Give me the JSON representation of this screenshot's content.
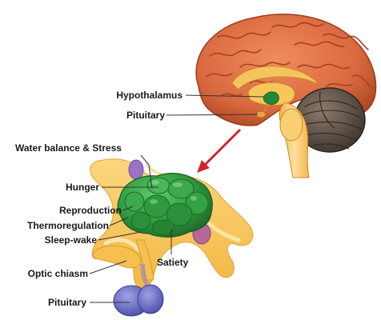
{
  "brain_labels": {
    "hypothalamus": "Hypothalamus",
    "pituitary": "Pituitary"
  },
  "detail_labels": {
    "water_balance_stress": "Water balance & Stress",
    "hunger": "Hunger",
    "reproduction": "Reproduction",
    "thermoregulation": "Thermoregulation",
    "sleep_wake": "Sleep-wake",
    "satiety": "Satiety",
    "optic_chiasm": "Optic chiasm",
    "pituitary": "Pituitary"
  },
  "colors": {
    "cortex": "#d9683f",
    "cortex_dark": "#a4431f",
    "cortex_light": "#ee9a6e",
    "brainstem": "#f7bf5a",
    "brainstem_light": "#fde2a0",
    "cerebellum": "#6e5f52",
    "cerebellum_dark": "#3b3129",
    "hypothalamus": "#2f9a3f",
    "hypothalamus_dark": "#1b6a27",
    "hypothalamus_light": "#56c266",
    "tissue": "#f8c95d",
    "pituitary_blue": "#6f72c4",
    "purple_nucleus": "#9a72c8",
    "arrow": "#d2232a",
    "line": "#333333"
  }
}
